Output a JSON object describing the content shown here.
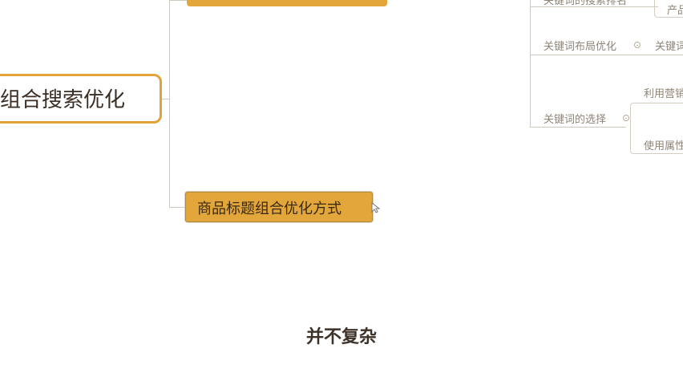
{
  "mindmap": {
    "root_label": "组合搜索优化",
    "child_label": "商品标题组合优化方式",
    "right_branch": {
      "item_top_fragment": "关键词的搜索排名",
      "item_top_right_fragment": "产品",
      "layout_label": "关键词布局优化",
      "layout_right_fragment": "关键词",
      "selection_label": "关键词的选择",
      "selection_sub1": "利用营销",
      "selection_sub2": "使用属性"
    }
  },
  "subtitle": "并不复杂",
  "colors": {
    "node_fill": "#e3a63a",
    "node_border": "#e0a43a",
    "connector": "#cfc8bd",
    "subtitle_text": "#3d3128"
  }
}
